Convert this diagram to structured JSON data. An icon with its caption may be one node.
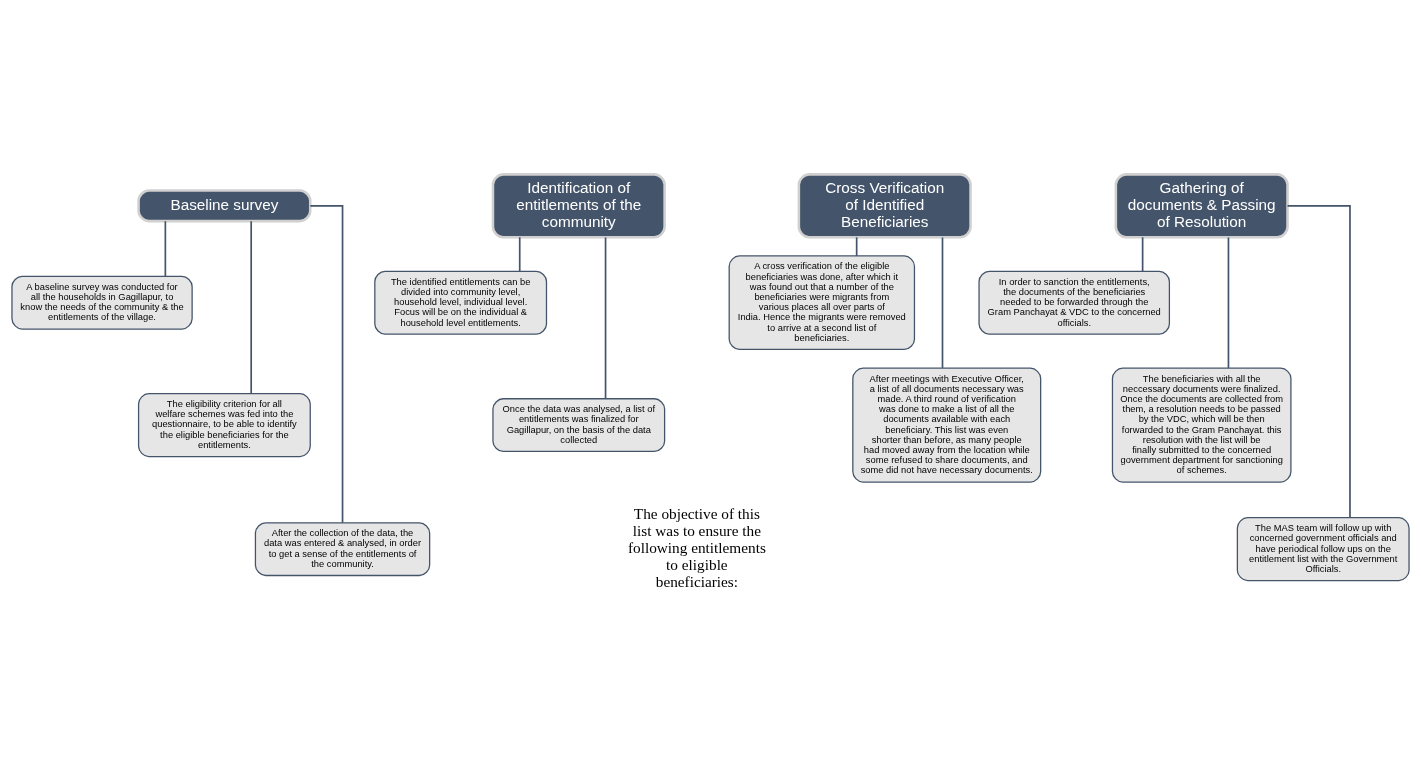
{
  "diagram": {
    "nodes": [
      {
        "text": [
          "Baseline survey"
        ]
      },
      {
        "text": [
          "Identification of entitlements of the community"
        ]
      },
      {
        "text": [
          "Cross Verification of Identified Beneficiaries"
        ]
      },
      {
        "text": [
          "Gathering of documents & Passing of Resolution"
        ]
      },
      {
        "text": [
          "A baseline survey was conducted for all the households in Gagillapur, to know the needs of the community & the entitlements of the village."
        ]
      },
      {
        "text": [
          "The eligibility criterion for all welfare schemes was fed into the questionnaire, to be able to identify the eligible beneficiaries for the entitlements."
        ]
      },
      {
        "text": [
          "After the collection of the data, the data was entered & analysed, in order to get a sense of the entitlements of the community."
        ]
      },
      {
        "text": [
          "The identified entitlements can be divided into community level, household level, individual level. Focus will be on the individual & household level entitlements."
        ]
      },
      {
        "text": [
          "Once the data was analysed, a list of entitlements was finalized for Gagillapur, on the basis of the data collected"
        ]
      },
      {
        "text": [
          "A cross verification of the eligible beneficiaries was done, after which it was found out that a number of the beneficiaries were migrants from various places all over parts of India. Hence the migrants were removed to arrive at a second list of beneficiaries."
        ]
      },
      {
        "text": [
          "After meetings with Executive Officer, a list of all documents necessary was made. A third round of verification was done to make a list of all the documents available with each beneficiary. This list was even shorter than before, as many people had moved away from the location while some refused to share documents, and some did not have necessary documents."
        ]
      },
      {
        "text": [
          "In order to sanction the entitlements, the documents of the beneficiaries needed to be forwarded through the Gram Panchayat & VDC to the concerned officials."
        ]
      },
      {
        "text": [
          "The beneficiaries with all the neccessary documents were finalized. Once the documents are collected from them, a resolution needs to be passed by the VDC, which will be then forwarded to the Gram Panchayat. this resolution with the list will be finally submitted to the concerned government department for sanctioning of schemes."
        ]
      },
      {
        "text": [
          "The MAS team will follow up with concerned government officials and have periodical follow ups on the entitlement list with the Government Officials."
        ]
      }
    ],
    "edges": [
      {
        "from": 0,
        "to": 4,
        "arrow": "none"
      },
      {
        "from": 0,
        "to": 5,
        "arrow": "none"
      },
      {
        "from": 0,
        "to": 6,
        "arrow": "none"
      },
      {
        "from": 1,
        "to": 7,
        "arrow": "none"
      },
      {
        "from": 1,
        "to": 8,
        "arrow": "none"
      },
      {
        "from": 2,
        "to": 9,
        "arrow": "none"
      },
      {
        "from": 2,
        "to": 10,
        "arrow": "none"
      },
      {
        "from": 3,
        "to": 11,
        "arrow": "none"
      },
      {
        "from": 3,
        "to": 12,
        "arrow": "none"
      },
      {
        "from": 3,
        "to": 13,
        "arrow": "none"
      }
    ],
    "labels": [
      "The objective of this list was to ensure the following entitlements to eligible beneficiaries:"
    ]
  }
}
